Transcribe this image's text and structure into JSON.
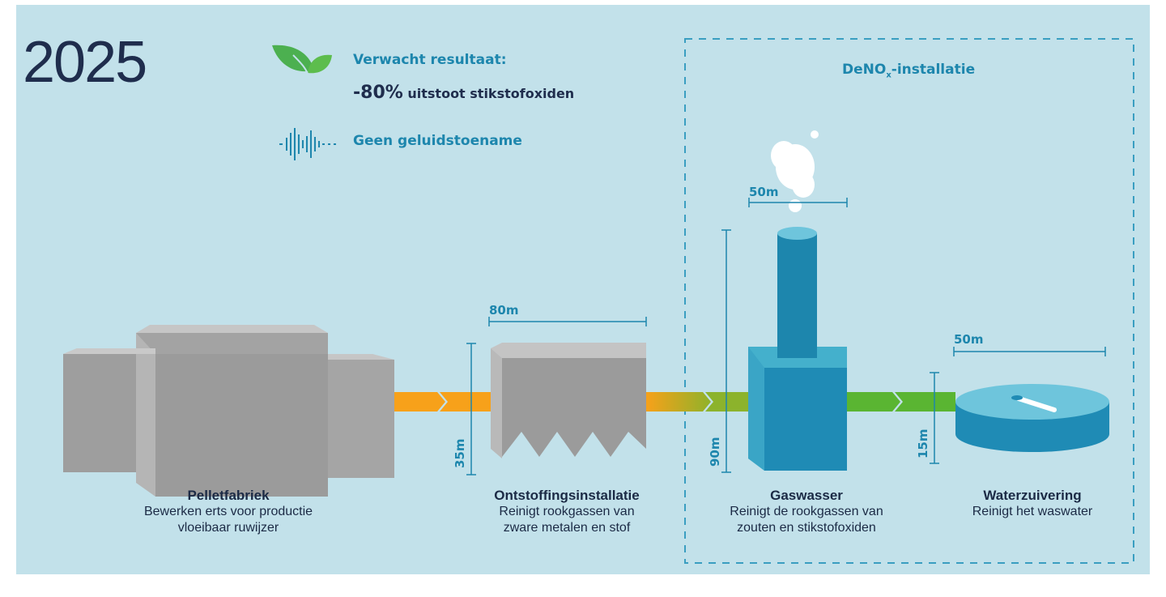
{
  "year": "2025",
  "result": {
    "label": "Verwacht resultaat:",
    "value": "-80%",
    "text": "uitstoot stikstofoxiden"
  },
  "noise": {
    "label": "Geen geluidstoename"
  },
  "deno_box": {
    "label": "DeNO",
    "sub": "x",
    "suffix": "-installatie"
  },
  "dimensions": {
    "ontstoffing_width": "80m",
    "ontstoffing_height": "35m",
    "chimney_height": "90m",
    "plume_width": "50m",
    "water_width": "50m",
    "water_height": "15m"
  },
  "stages": [
    {
      "title": "Pelletfabriek",
      "line1": "Bewerken erts voor productie",
      "line2": "vloeibaar ruwijzer"
    },
    {
      "title": "Ontstoffingsinstallatie",
      "line1": "Reinigt rookgassen van",
      "line2": "zware metalen en stof"
    },
    {
      "title": "Gaswasser",
      "line1": "Reinigt de rookgassen van",
      "line2": "zouten en stikstofoxiden"
    },
    {
      "title": "Waterzuivering",
      "line1": "Reinigt het waswater",
      "line2": ""
    }
  ],
  "icons": {
    "leaf": "leaf-icon",
    "sound": "soundwave-icon"
  },
  "colors": {
    "background": "#c2e1ea",
    "accent_blue": "#1d86ad",
    "dark_text": "#1f2d4d",
    "building_grey": "#9b9b9b",
    "flow_orange": "#f7a11a",
    "flow_green": "#5ab532"
  }
}
